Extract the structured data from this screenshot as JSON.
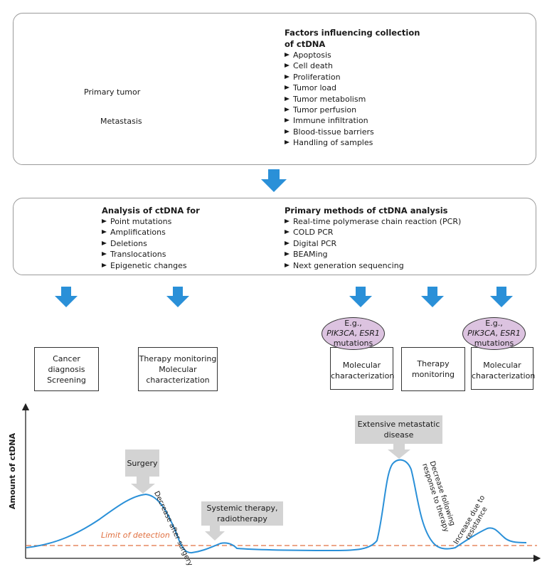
{
  "top": {
    "primary_tumor_label": "Primary tumor",
    "metastasis_label": "Metastasis",
    "factors_title_line1": "Factors influencing collection",
    "factors_title_line2": "of ctDNA",
    "factors": [
      "Apoptosis",
      "Cell death",
      "Proliferation",
      "Tumor load",
      "Tumor metabolism",
      "Tumor perfusion",
      "Immune infiltration",
      "Blood-tissue barriers",
      "Handling of samples"
    ]
  },
  "middle": {
    "analysis_title": "Analysis of ctDNA for",
    "analysis_items": [
      "Point mutations",
      "Amplifications",
      "Deletions",
      "Translocations",
      "Epigenetic changes"
    ],
    "methods_title": "Primary methods of ctDNA analysis",
    "methods_items": [
      "Real-time polymerase chain reaction (PCR)",
      "COLD PCR",
      "Digital PCR",
      "BEAMing",
      "Next generation sequencing"
    ]
  },
  "boxes": {
    "b1_line1": "Cancer diagnosis",
    "b1_line2": "Screening",
    "b2_line1": "Therapy monitoring",
    "b2_line2": "Molecular",
    "b2_line3": "characterization",
    "b3_line1": "Molecular",
    "b3_line2": "characterization",
    "b4_line1": "Therapy",
    "b4_line2": "monitoring",
    "b5_line1": "Molecular",
    "b5_line2": "characterization",
    "oval_line1": "E.g.,",
    "oval_gene1": "PIK3CA",
    "oval_sep": ", ",
    "oval_gene2": "ESR1",
    "oval_line3": "mutations"
  },
  "graph": {
    "ylabel": "Amount of ctDNA",
    "surgery": "Surgery",
    "systemic_line1": "Systemic therapy,",
    "systemic_line2": "radiotherapy",
    "extensive_line1": "Extensive metastatic",
    "extensive_line2": "disease",
    "decrease_after_surgery": "Decrease after surgery",
    "decrease_following_1": "Decrease following",
    "decrease_following_2": "response to therapy",
    "increase_1": "Increase due to",
    "increase_2": "resistance",
    "limit": "Limit of detection",
    "colors": {
      "curve": "#2a90d8",
      "limit": "#e07040",
      "arrow": "#2a90d8",
      "callout": "#d3d3d3",
      "oval": "#dcc3e0"
    }
  }
}
